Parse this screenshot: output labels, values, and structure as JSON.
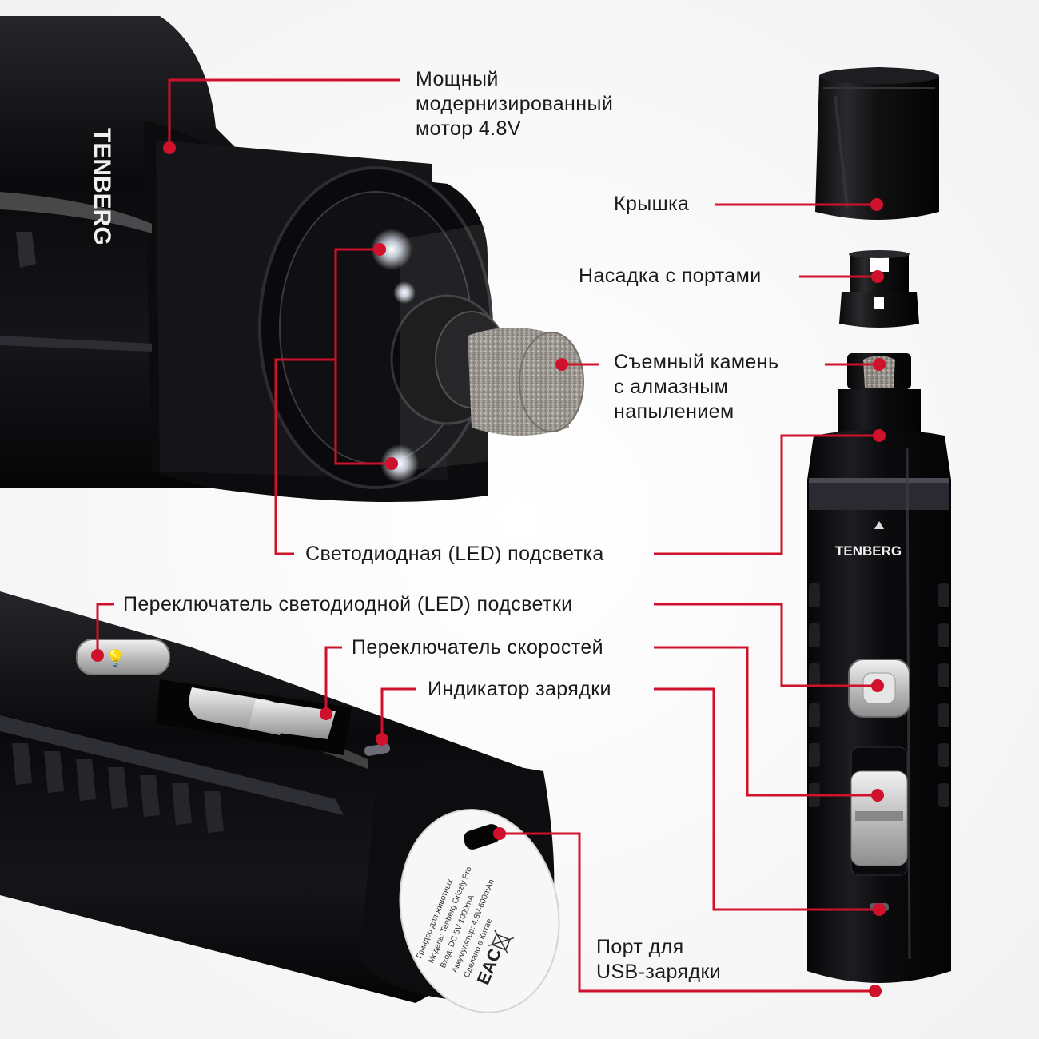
{
  "colors": {
    "accent": "#d0112b",
    "device_body": "#0d0d0f",
    "background": "#ffffff",
    "text": "#1a1a1a"
  },
  "callouts": {
    "motor": [
      "Мощный",
      "модернизированный",
      "мотор 4.8V"
    ],
    "cap": "Крышка",
    "nozzle": "Насадка с портами",
    "stone": [
      "Съемный камень",
      "с алмазным",
      "напылением"
    ],
    "led": "Светодиодная (LED) подсветка",
    "led_switch": "Переключатель светодиодной (LED) подсветки",
    "speed_switch": "Переключатель скоростей",
    "charge_indicator": "Индикатор зарядки",
    "usb_port": [
      "Порт для",
      "USB-зарядки"
    ]
  },
  "device": {
    "brand": "TENBERG",
    "label_lines": [
      "Гриндер для животных",
      "Модель: Tenberg Grizzly Pro",
      "Вход: DC 5V 1000mA",
      "Аккумулятор: 4.8V-600mAh",
      "Сделано в Китае"
    ],
    "cert_mark": "EAC"
  },
  "icons": [
    "callout-dot-icon",
    "bulb-icon",
    "crossed-bin-icon",
    "eac-mark-icon"
  ]
}
